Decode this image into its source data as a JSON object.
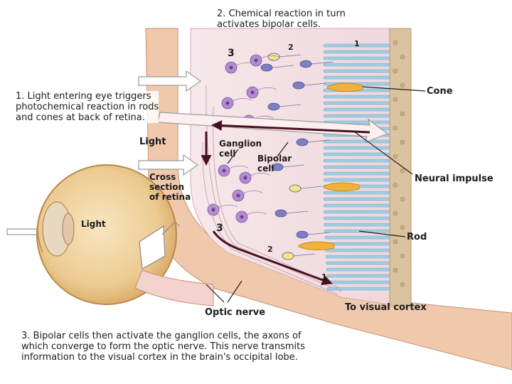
{
  "captions": {
    "step2": "2. Chemical reaction in turn\nactivates bipolar cells.",
    "step1": "1. Light entering eye triggers\nphotochemical reaction in rods\nand cones at back of retina.",
    "step3": "3. Bipolar cells then activate the ganglion cells, the axons of\nwhich converge to form the optic nerve. This nerve transmits\ninformation to the visual cortex in the brain's occipital lobe."
  },
  "labels": {
    "light_top": "Light",
    "light_eye": "Light",
    "ganglion_cell": "Ganglion\ncell",
    "bipolar_cell": "Bipolar\ncell",
    "cross_section": "Cross\nsection\nof retina",
    "cone": "Cone",
    "neural_impulse": "Neural impulse",
    "rod": "Rod",
    "optic_nerve": "Optic nerve",
    "to_visual_cortex": "To visual cortex"
  },
  "layer_numbers": {
    "top_3": "3",
    "top_2": "2",
    "top_1": "1",
    "bottom_3": "3",
    "bottom_2": "2",
    "bottom_1": "1"
  },
  "colors": {
    "retina_tissue": "#f3dde0",
    "eye_wall": "#f0c9ad",
    "ganglion_cell": "#b38bd0",
    "bipolar_cell": "#7d7fc3",
    "rod": "#9fcde4",
    "cone": "#f0b23a",
    "nerve": "#f4d3cf",
    "choroid": "#dcc3a0"
  }
}
